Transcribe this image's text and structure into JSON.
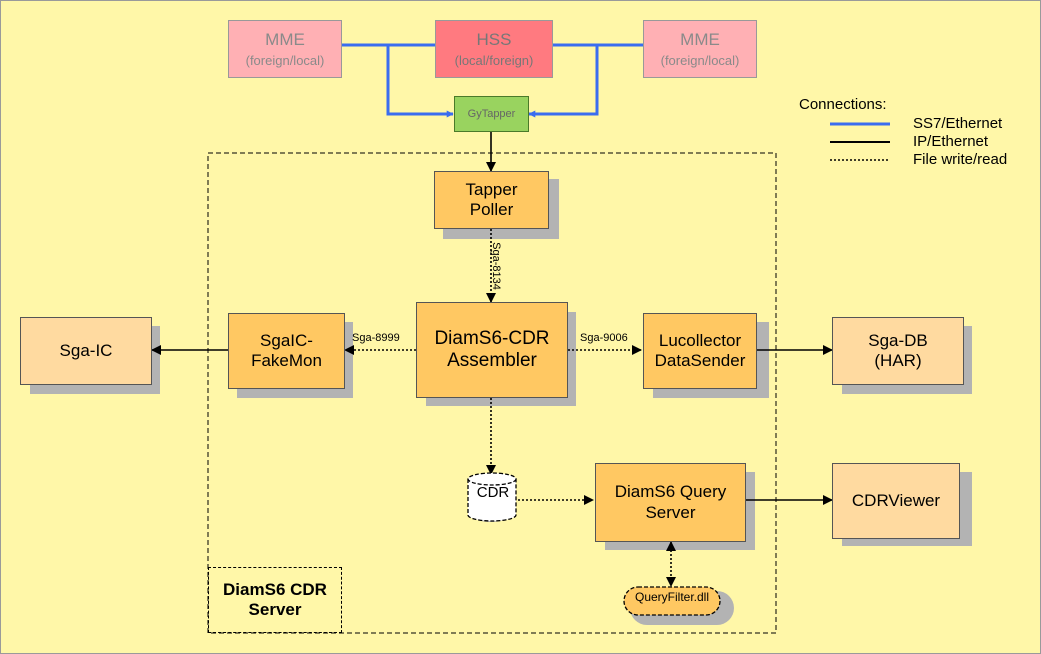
{
  "nodes": {
    "mme_left": {
      "title": "MME",
      "subtitle": "(foreign/local)"
    },
    "hss": {
      "title": "HSS",
      "subtitle": "(local/foreign)"
    },
    "mme_right": {
      "title": "MME",
      "subtitle": "(foreign/local)"
    },
    "gytapper": {
      "title": "GyTapper"
    },
    "tapper_poller": {
      "line1": "Tapper",
      "line2": "Poller"
    },
    "assembler": {
      "line1": "DiamS6-CDR",
      "line2": "Assembler"
    },
    "fakemon": {
      "line1": "SgaIC-",
      "line2": "FakeMon"
    },
    "sga_ic": {
      "title": "Sga-IC"
    },
    "datasender": {
      "line1": "Lucollector",
      "line2": "DataSender"
    },
    "sga_db": {
      "line1": "Sga-DB",
      "line2": "(HAR)"
    },
    "cdr_store": {
      "title": "CDR"
    },
    "query_server": {
      "line1": "DiamS6 Query",
      "line2": "Server"
    },
    "cdrviewer": {
      "title": "CDRViewer"
    },
    "queryfilter": {
      "title": "QueryFilter.dll"
    },
    "server_group": {
      "line1": "DiamS6 CDR",
      "line2": "Server"
    }
  },
  "edges": {
    "tapper_to_assembler": "Sga-8134",
    "assembler_to_fakemon": "Sga-8999",
    "assembler_to_datasender": "Sga-9006"
  },
  "legend": {
    "title": "Connections:",
    "items": [
      {
        "label": "SS7/Ethernet",
        "color": "#3a6df0",
        "style": "solid-thick"
      },
      {
        "label": "IP/Ethernet",
        "color": "#000000",
        "style": "solid"
      },
      {
        "label": "File write/read",
        "color": "#000000",
        "style": "dotted"
      }
    ]
  },
  "colors": {
    "background": "#fff7a8",
    "component": "#ffc862",
    "external": "#ffdaa0",
    "mme": "#ffb0b4",
    "hss": "#ff7a80",
    "tapper": "#99d35f",
    "ss7_link": "#3a6df0"
  }
}
